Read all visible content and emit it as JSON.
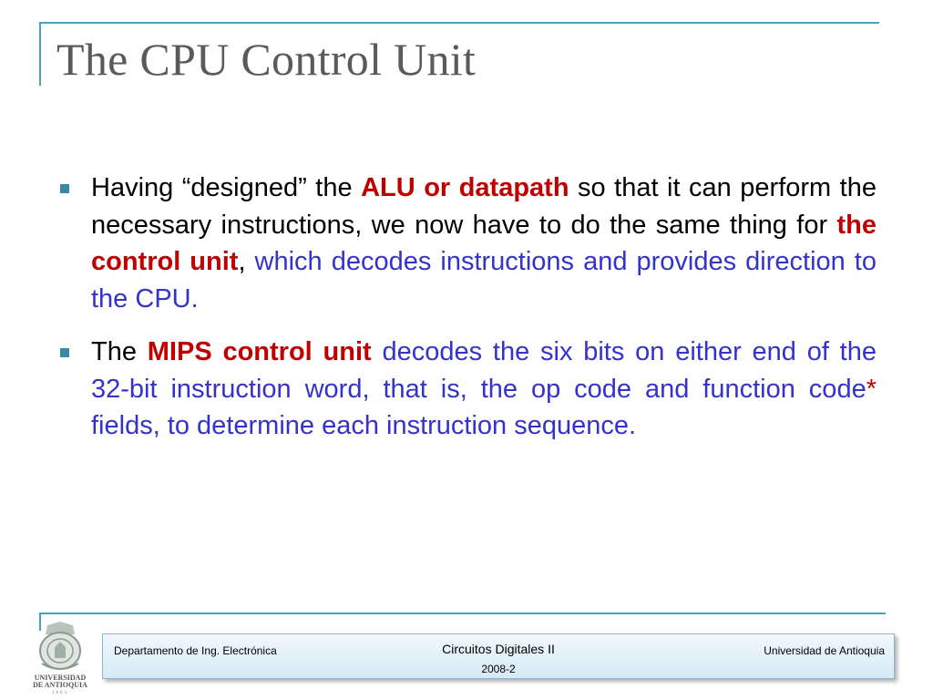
{
  "slide": {
    "title": "The CPU Control Unit",
    "bullets": [
      {
        "runs": [
          {
            "text": "Having “designed” the ",
            "style": "normal"
          },
          {
            "text": "ALU or datapath",
            "style": "red"
          },
          {
            "text": " so that it can perform the necessary instructions, we now have to do the same thing for ",
            "style": "normal"
          },
          {
            "text": "the control unit",
            "style": "red"
          },
          {
            "text": ", ",
            "style": "normal"
          },
          {
            "text": "which decodes instructions and provides direction to the CPU.",
            "style": "blue"
          }
        ]
      },
      {
        "runs": [
          {
            "text": "The ",
            "style": "normal"
          },
          {
            "text": "MIPS control unit",
            "style": "red"
          },
          {
            "text": " decodes the six bits on either end of the 32-bit instruction word, that is, the op code and function code",
            "style": "blue"
          },
          {
            "text": "*",
            "style": "red-plain"
          },
          {
            "text": " fields, to determine each instruction sequence.",
            "style": "blue"
          }
        ]
      }
    ]
  },
  "footer": {
    "left": "Departamento de Ing. Electrónica",
    "center": "Circuitos Digitales II",
    "semester": "2008-2",
    "right": "Universidad de Antioquia"
  },
  "logo": {
    "line1": "UNIVERSIDAD",
    "line2": "DE ANTIOQUIA",
    "line3": "1803"
  },
  "colors": {
    "accent": "#4aa3b8",
    "bullet_marker": "#3a8aa3",
    "highlight_red": "#c00000",
    "highlight_blue": "#3333cc",
    "title": "#5a5a5a"
  }
}
